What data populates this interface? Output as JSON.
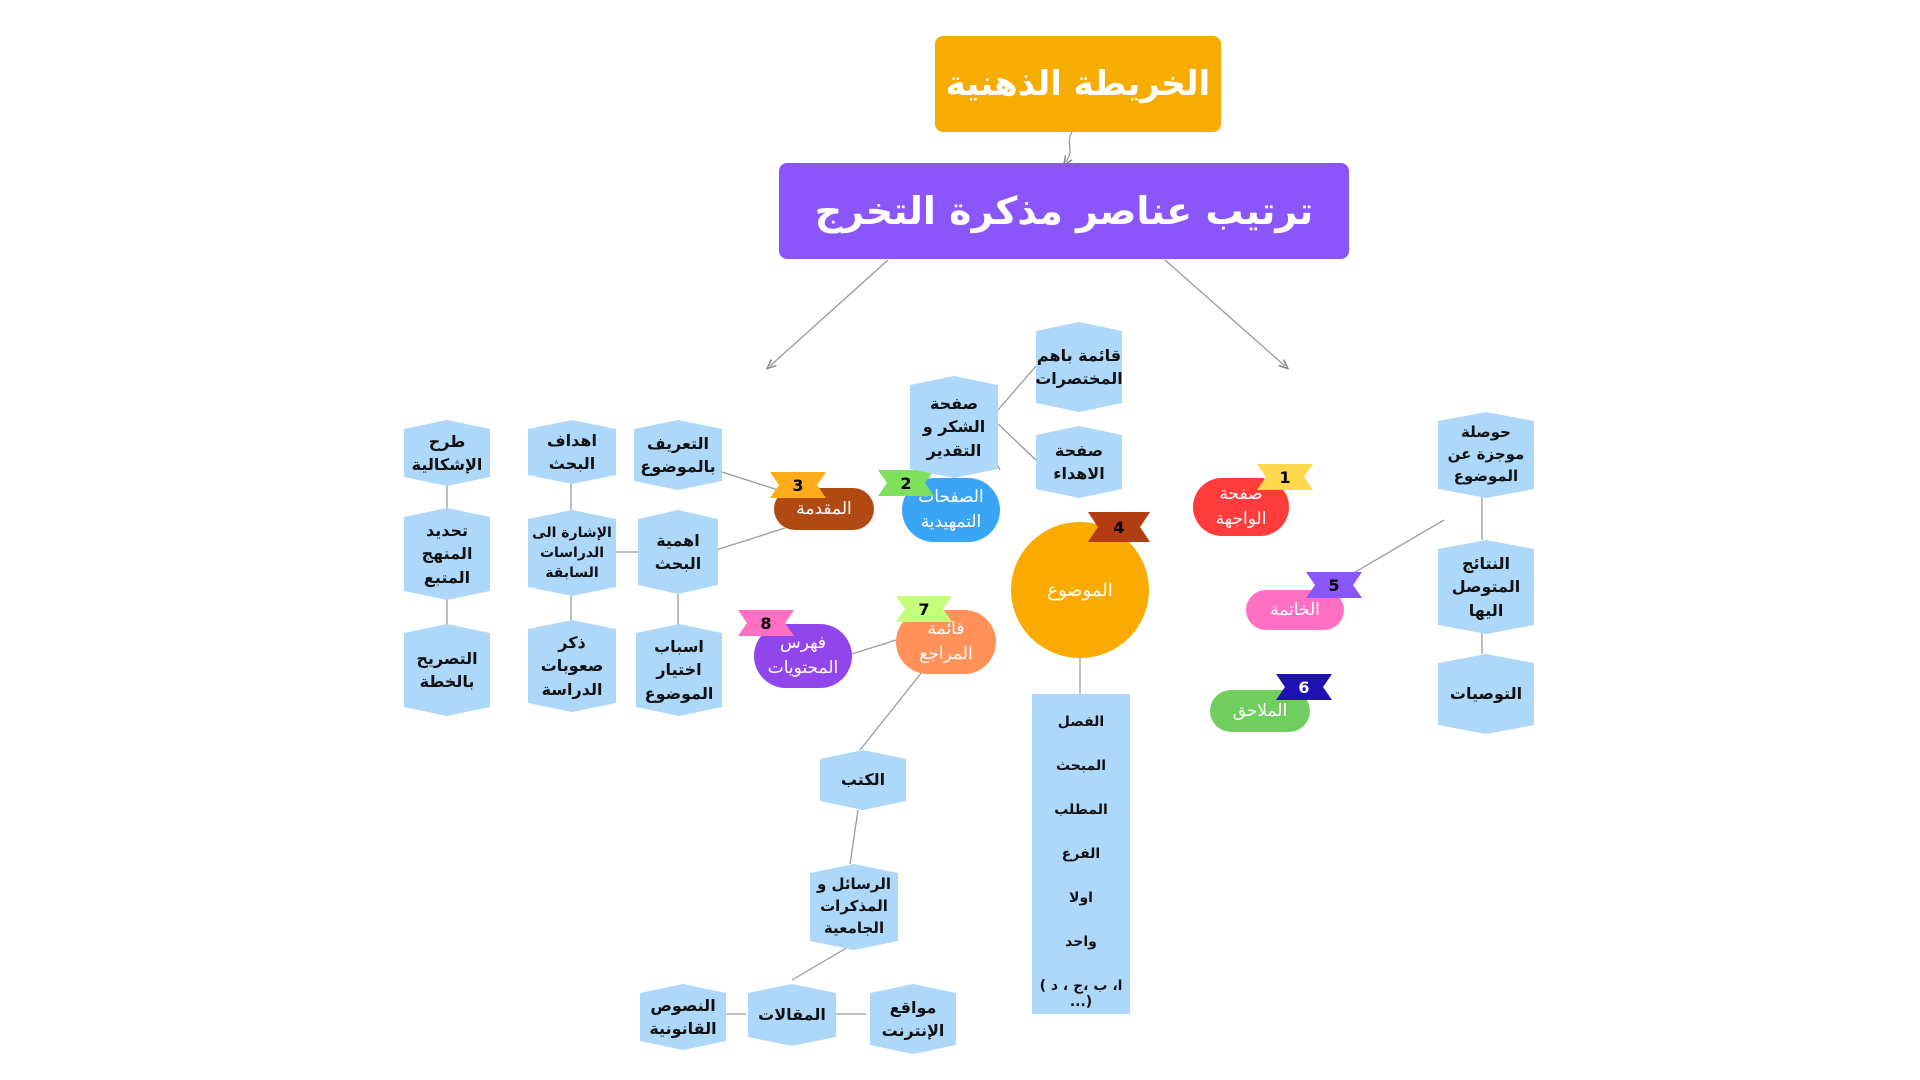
{
  "title": "الخريطة الذهنية",
  "main_topic": "ترتيب عناصر مذكرة التخرج",
  "sections": [
    {
      "number": "1",
      "label": "صفحة الواجهة",
      "color": "#ff3b3b"
    },
    {
      "number": "2",
      "label": "الصفحات التمهيدية",
      "color": "#3aa4f5",
      "children": [
        "صفحة الشكر و التقدير",
        "صفحة الاهداء",
        "قائمة باهم المختصرات"
      ]
    },
    {
      "number": "3",
      "label": "المقدمة",
      "color": "#b14a12",
      "children": [
        "التعريف بالموضوع",
        "اهمية البحث",
        "اسباب اختيار الموضوع",
        "اهداف البحث",
        "الإشارة الى الدراسات السابقة",
        "ذكر صعوبات الدراسة",
        "طرح الإشكالية",
        "تحديد المنهج المتبع",
        "التصريح بالخطة"
      ]
    },
    {
      "number": "4",
      "label": "الموضوع",
      "color": "#fbab00",
      "children": [
        "الفصل",
        "المبحث",
        "المطلب",
        "الفرع",
        "اولا",
        "واحد",
        "( ا، ب ،ج ، د ...)"
      ]
    },
    {
      "number": "5",
      "label": "الخاتمة",
      "color": "#ff6fc2",
      "children": [
        "حوصلة موجزة عن الموضوع",
        "النتائج المتوصل اليها",
        "التوصيات"
      ]
    },
    {
      "number": "6",
      "label": "الملاحق",
      "color": "#72cd5f"
    },
    {
      "number": "7",
      "label": "قائمة المراجع",
      "color": "#ff9159",
      "children": [
        "الكتب",
        "الرسائل و المذكرات الجامعية",
        "المقالات",
        "النصوص القانونية",
        "مواقع الإنترنت"
      ]
    },
    {
      "number": "8",
      "label": "فهرس المحتويات",
      "color": "#9146ec"
    }
  ],
  "colors": {
    "title_bg": "#f6ac00",
    "main_bg": "#8a55f9",
    "node_bg": "#aed8fa",
    "connector": "#999999",
    "flag_1": "#ffd84d",
    "flag_2": "#7fe05c",
    "flag_3": "#ffab1a",
    "flag_4": "#b33d12",
    "flag_5": "#8a55f9",
    "flag_6": "#1f12b3",
    "flag_7": "#c5ff7a",
    "flag_8": "#ff6fc2"
  }
}
